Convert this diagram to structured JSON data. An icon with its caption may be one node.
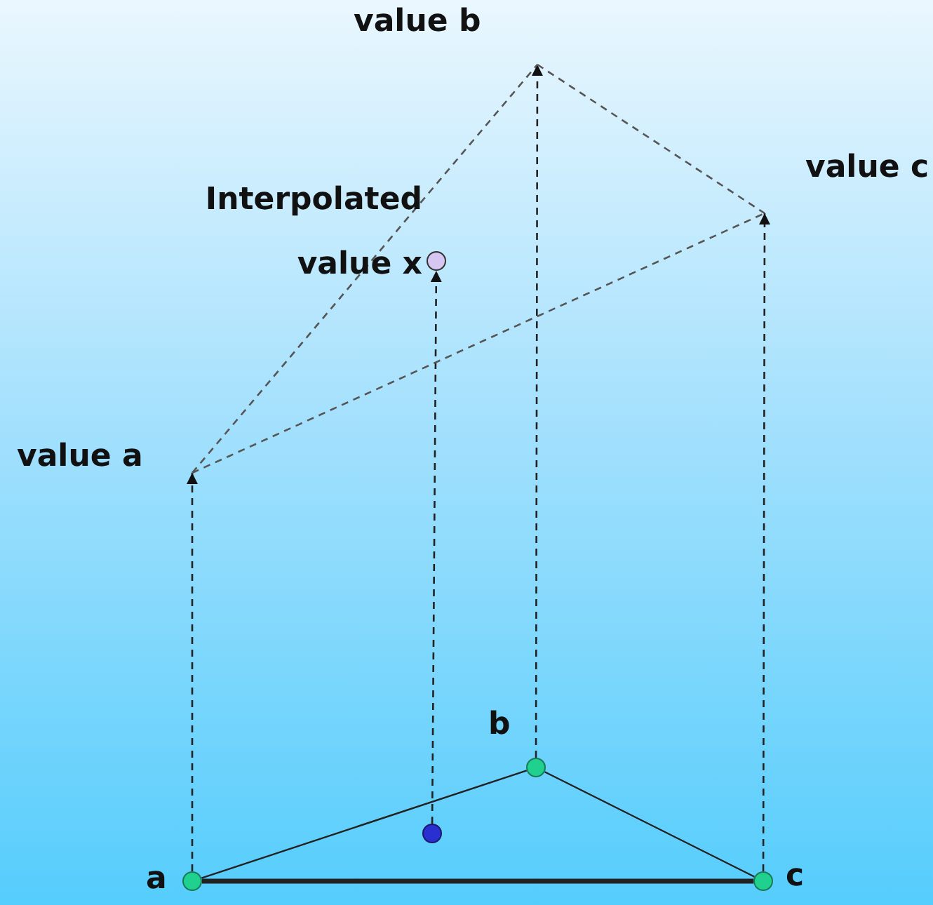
{
  "diagram": {
    "nodes": [
      {
        "text": [
          "value b"
        ]
      },
      {
        "text": [
          "value c"
        ]
      },
      {
        "text": [],
        "shape": "circle",
        "beside": [
          "Interpolated value x"
        ]
      },
      {
        "text": [
          "value a"
        ]
      },
      {
        "text": [],
        "shape": "circle",
        "beside": [
          "b"
        ]
      },
      {
        "text": [],
        "shape": "circle"
      },
      {
        "text": [],
        "shape": "circle",
        "beside": [
          "a"
        ]
      },
      {
        "text": [],
        "shape": "circle",
        "beside": [
          "c"
        ]
      }
    ],
    "edges": [
      {
        "from": 6,
        "to": 3,
        "arrow": "to",
        "style": "dashed"
      },
      {
        "from": 4,
        "to": 0,
        "arrow": "to",
        "style": "dashed"
      },
      {
        "from": 7,
        "to": 1,
        "arrow": "to",
        "style": "dashed"
      },
      {
        "from": 5,
        "to": 2,
        "arrow": "to",
        "style": "dashed"
      },
      {
        "from": 3,
        "to": 0,
        "arrow": "none",
        "style": "dashed",
        "color": "#555555"
      },
      {
        "from": 0,
        "to": 1,
        "arrow": "none",
        "style": "dashed",
        "color": "#555555"
      },
      {
        "from": 3,
        "to": 1,
        "arrow": "none",
        "style": "dashed",
        "color": "#555555"
      },
      {
        "from": 6,
        "to": 4,
        "arrow": "none"
      },
      {
        "from": 4,
        "to": 7,
        "arrow": "none"
      },
      {
        "from": 6,
        "to": 7,
        "arrow": "none",
        "style": "thick"
      }
    ]
  }
}
